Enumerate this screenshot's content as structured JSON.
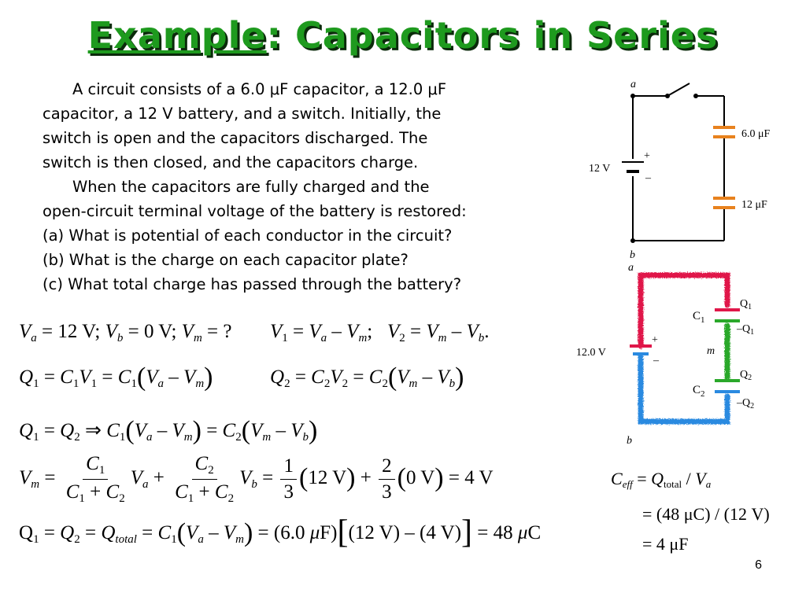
{
  "slide": {
    "title_underlined": "Example",
    "title_rest": ": Capacitors in Series",
    "page_number": "6"
  },
  "problem": {
    "lines": [
      "A circuit consists of a 6.0 μF capacitor, a 12.0 μF",
      "capacitor, a 12 V battery, and a switch.  Initially, the",
      "switch is open and the capacitors discharged. The",
      "switch is then closed, and the capacitors charge.",
      "When the capacitors are fully charged and the",
      "open-circuit terminal voltage of the battery is restored:",
      "(a)  What is potential of each conductor in the circuit?",
      "(b)  What is the charge on each capacitor plate?",
      "(c)  What total charge has passed through the battery?"
    ]
  },
  "circuit_top": {
    "label_a": "a",
    "label_b": "b",
    "battery_label": "12 V",
    "plus": "+",
    "minus": "–",
    "cap1_label": "6.0 μF",
    "cap2_label": "12 μF"
  },
  "circuit_bottom": {
    "label_a": "a",
    "label_b": "b",
    "label_m": "m",
    "battery_label": "12.0 V",
    "plus": "+",
    "minus": "–",
    "c1": "C",
    "c1_sub": "1",
    "c2": "C",
    "c2_sub": "2",
    "q1_pos": "Q",
    "q1_pos_sub": "1",
    "q1_neg": "–Q",
    "q1_neg_sub": "1",
    "q2_pos": "Q",
    "q2_pos_sub": "2",
    "q2_neg": "–Q",
    "q2_neg_sub": "2"
  },
  "equations": {
    "eq1": {
      "va_val": " = 12 V;   ",
      "vb_val": " = 0 V;   ",
      "vm_val": " = ?",
      "v1_def": "V",
      "v2_def": "V"
    },
    "eq4": {
      "n1": "12 V",
      "n2": "0 V",
      "result": " = 4 V",
      "f1n": "1",
      "f1d": "3",
      "f2n": "2",
      "f2d": "3"
    },
    "eq5": {
      "cap": "(6.0 ",
      "mu": "μ",
      "farad": "F)",
      "v1": "(12 V)",
      "minus": " – ",
      "v2": "(4 V)",
      "result": " = 48 ",
      "unit": "C"
    }
  },
  "ceff": {
    "row1_rest": " / ",
    "row2": "= (48 μC) / (12 V)",
    "row3": "= 4 μF"
  },
  "colors": {
    "title": "#1e9a1e",
    "capacitor_orange": "#e8821e",
    "wire_red": "#e0174a",
    "wire_green": "#2aa82a",
    "wire_blue": "#2a8ae0"
  }
}
